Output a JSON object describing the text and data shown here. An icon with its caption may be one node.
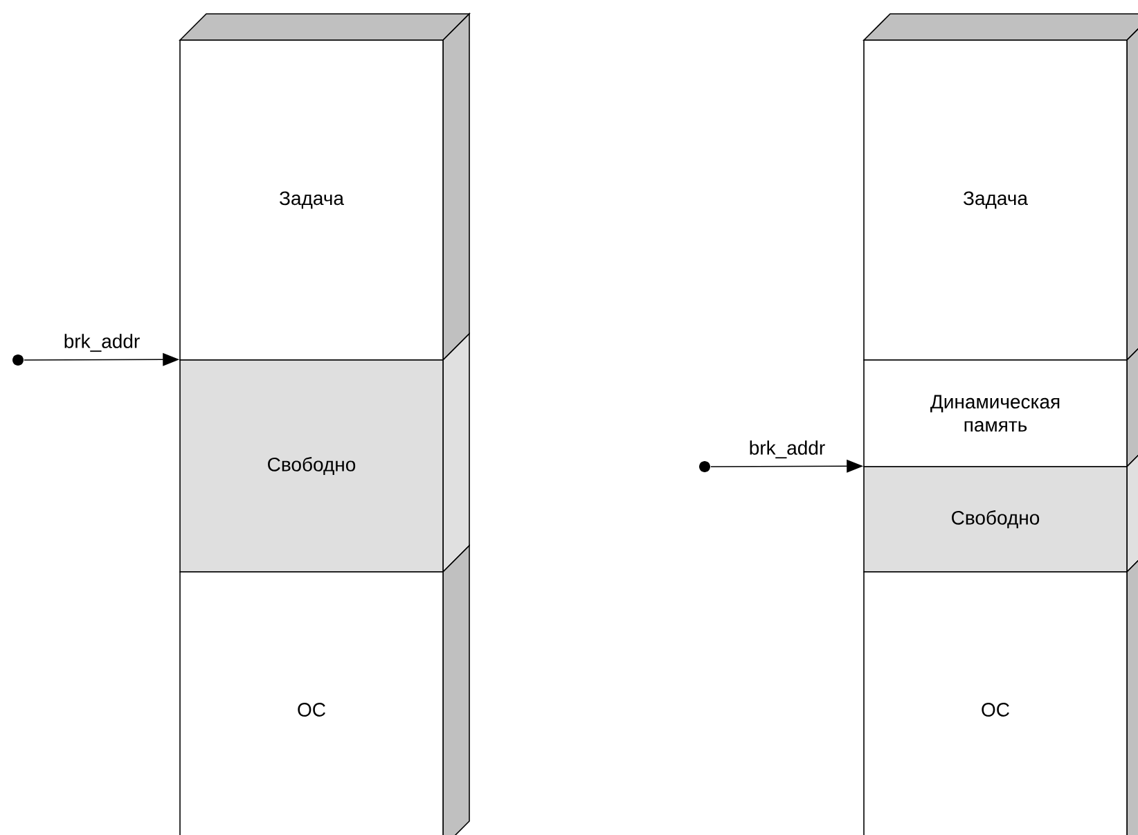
{
  "diagram": {
    "nodes": [
      {
        "text": [
          "Задача"
        ]
      },
      {
        "text": [
          "Свободно"
        ]
      },
      {
        "text": [
          "ОС"
        ]
      },
      {
        "text": [],
        "shape": "circle"
      },
      {
        "text": [
          "Задача"
        ]
      },
      {
        "text": [
          "Динамическая память"
        ]
      },
      {
        "text": [
          "Свободно"
        ]
      },
      {
        "text": [
          "ОС"
        ]
      },
      {
        "text": [],
        "shape": "circle"
      }
    ],
    "edges": [
      {
        "from": 3,
        "to": 1,
        "arrow": "to",
        "label": "brk_addr"
      },
      {
        "from": 8,
        "to": 6,
        "arrow": "to",
        "label": "brk_addr"
      }
    ]
  }
}
